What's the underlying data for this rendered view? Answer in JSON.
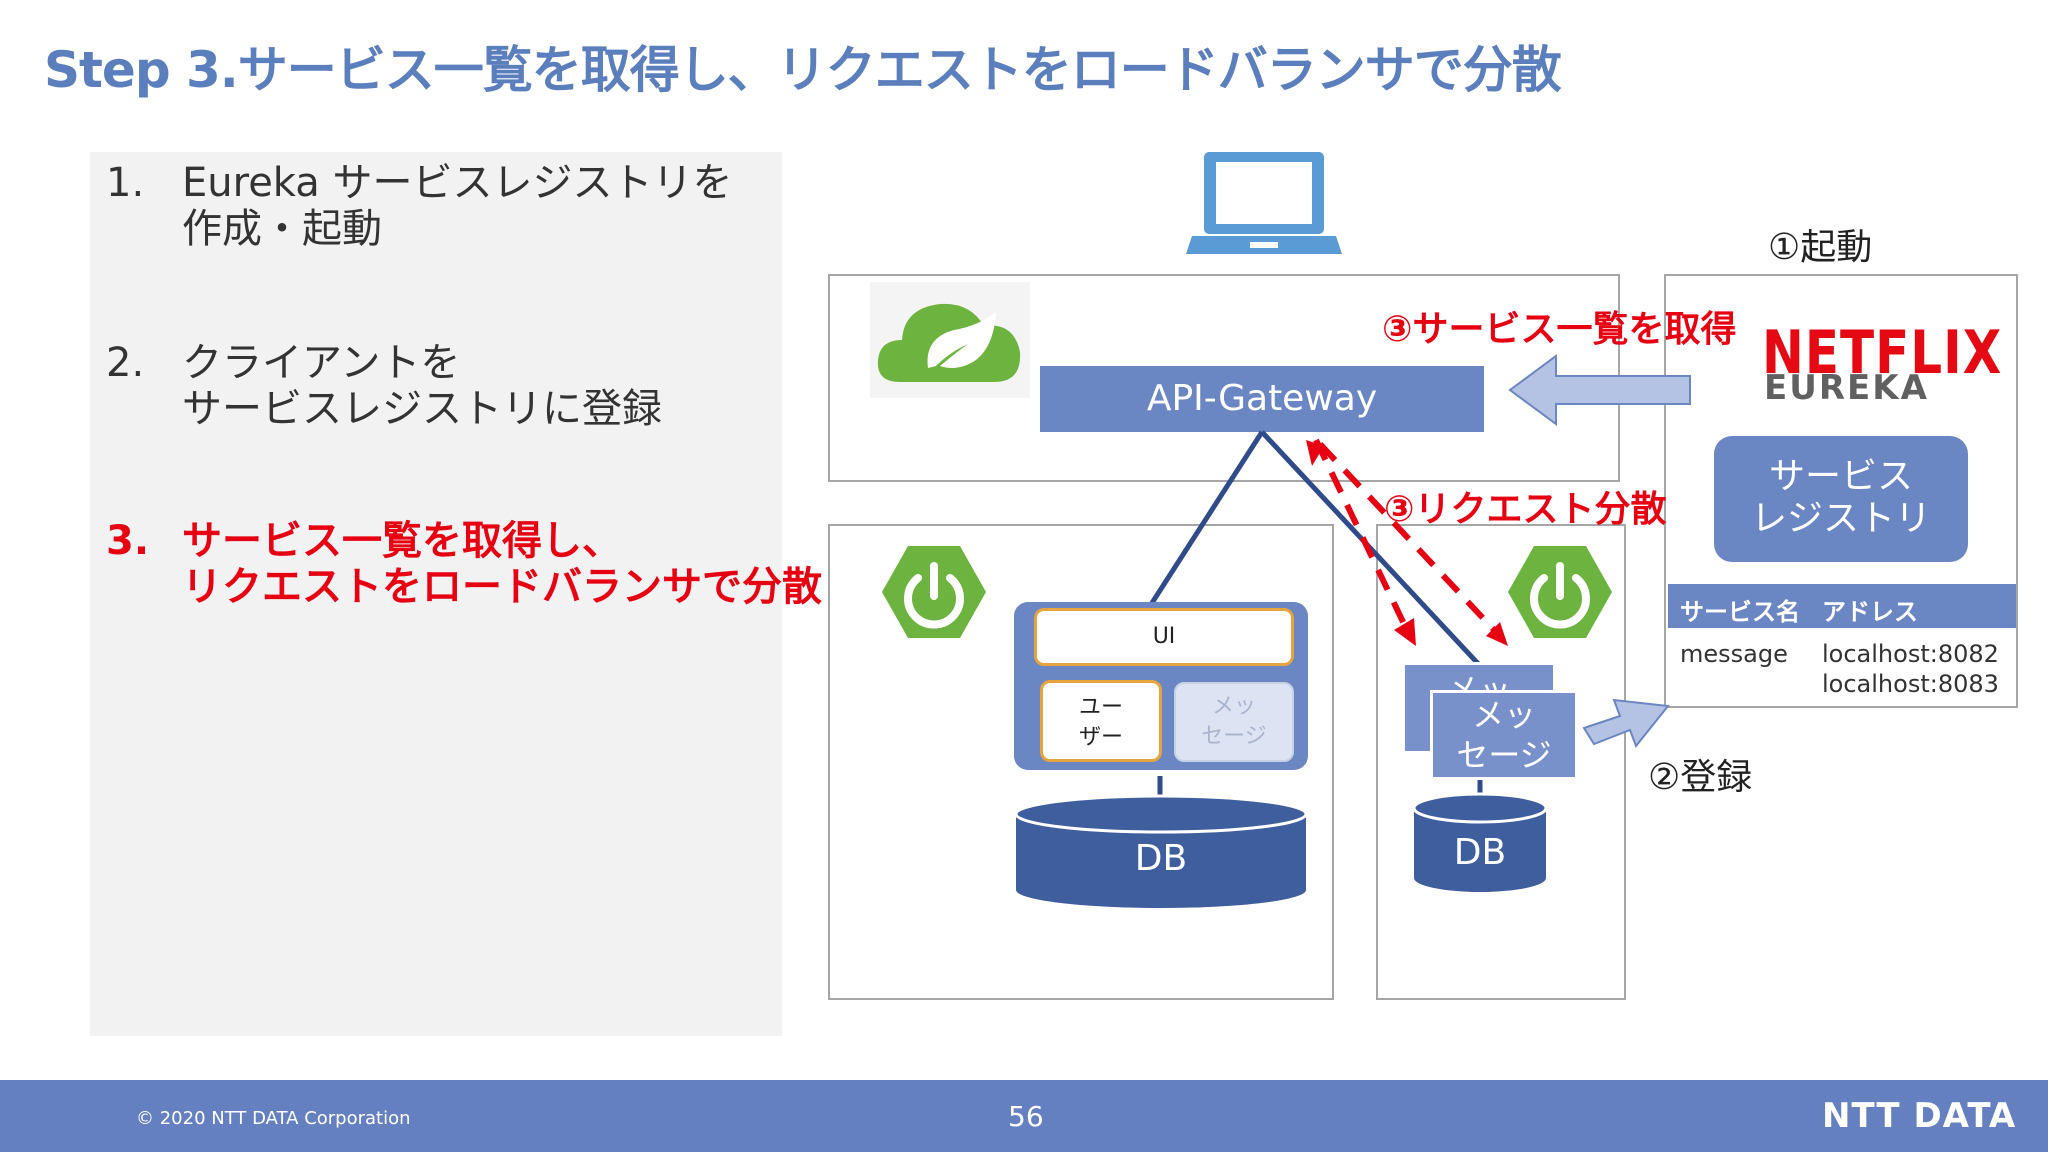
{
  "slide": {
    "title": "Step 3.サービス一覧を取得し、リクエストをロードバランサで分散",
    "page_number": "56",
    "copyright": "© 2020 NTT DATA Corporation",
    "company_logo_text": "NTT DATA"
  },
  "steps": [
    {
      "num": "1.",
      "line1": "Eureka サービスレジストリを",
      "line2": "作成・起動",
      "active": false
    },
    {
      "num": "2.",
      "line1": "クライアントを",
      "line2": "サービスレジストリに登録",
      "active": false
    },
    {
      "num": "3.",
      "line1": "サービス一覧を取得し、",
      "line2": "リクエストをロードバランサで分散",
      "active": true
    }
  ],
  "diagram": {
    "gateway_label": "API-Gateway",
    "ui_label": "UI",
    "user_box": {
      "line1": "ユー",
      "line2": "ザー"
    },
    "message_box_faded": {
      "line1": "メッ",
      "line2": "セージ"
    },
    "message_service_back": "メッ",
    "message_service_front": {
      "line1": "メッ",
      "line2": "セージ"
    },
    "db_left": "DB",
    "db_right": "DB",
    "label_fetch_list": "③サービス一覧を取得",
    "label_distribute": "③リクエスト分散",
    "label_start": "①起動",
    "label_register": "②登録",
    "netflix_text": "NETFLIX",
    "eureka_text": "EUREKA",
    "registry": {
      "line1": "サービス",
      "line2": "レジストリ"
    },
    "registry_table": {
      "headers": [
        "サービス名",
        "アドレス"
      ],
      "rows": [
        {
          "name": "message",
          "addresses": [
            "localhost:8082",
            "localhost:8083"
          ]
        }
      ]
    }
  },
  "colors": {
    "title": "#5b7fbd",
    "accent_blue": "#6a86c3",
    "db_blue": "#3f5e9e",
    "highlight_red": "#e60012",
    "spring_green": "#6db33f",
    "netflix_red": "#e50914",
    "footer": "#6480c0"
  }
}
